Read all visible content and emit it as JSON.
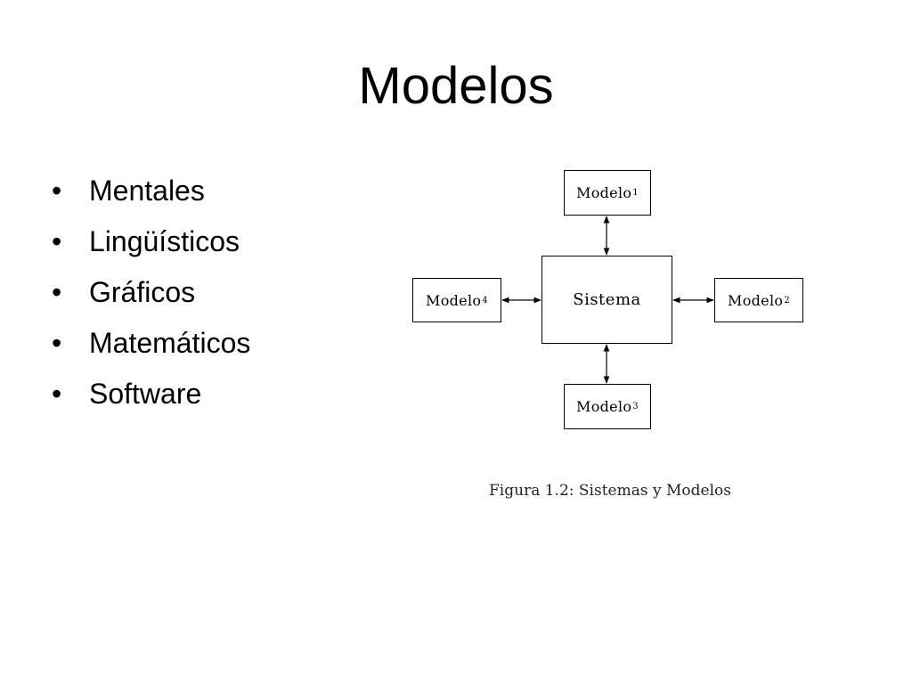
{
  "slide": {
    "title": "Modelos",
    "bullets": [
      "Mentales",
      "Lingüísticos",
      "Gráficos",
      "Matemáticos",
      "Software"
    ],
    "bullet_glyph": "•"
  },
  "diagram": {
    "center": {
      "label": "Sistema"
    },
    "nodes": {
      "top": {
        "label": "Modelo",
        "sub": "1"
      },
      "right": {
        "label": "Modelo",
        "sub": "2"
      },
      "bottom": {
        "label": "Modelo",
        "sub": "3"
      },
      "left": {
        "label": "Modelo",
        "sub": "4"
      }
    },
    "edges": [
      {
        "from": "Sistema",
        "to": "Modelo1",
        "direction": "bidirectional"
      },
      {
        "from": "Sistema",
        "to": "Modelo2",
        "direction": "bidirectional"
      },
      {
        "from": "Sistema",
        "to": "Modelo3",
        "direction": "bidirectional"
      },
      {
        "from": "Sistema",
        "to": "Modelo4",
        "direction": "bidirectional"
      }
    ],
    "caption": "Figura 1.2: Sistemas y Modelos"
  }
}
